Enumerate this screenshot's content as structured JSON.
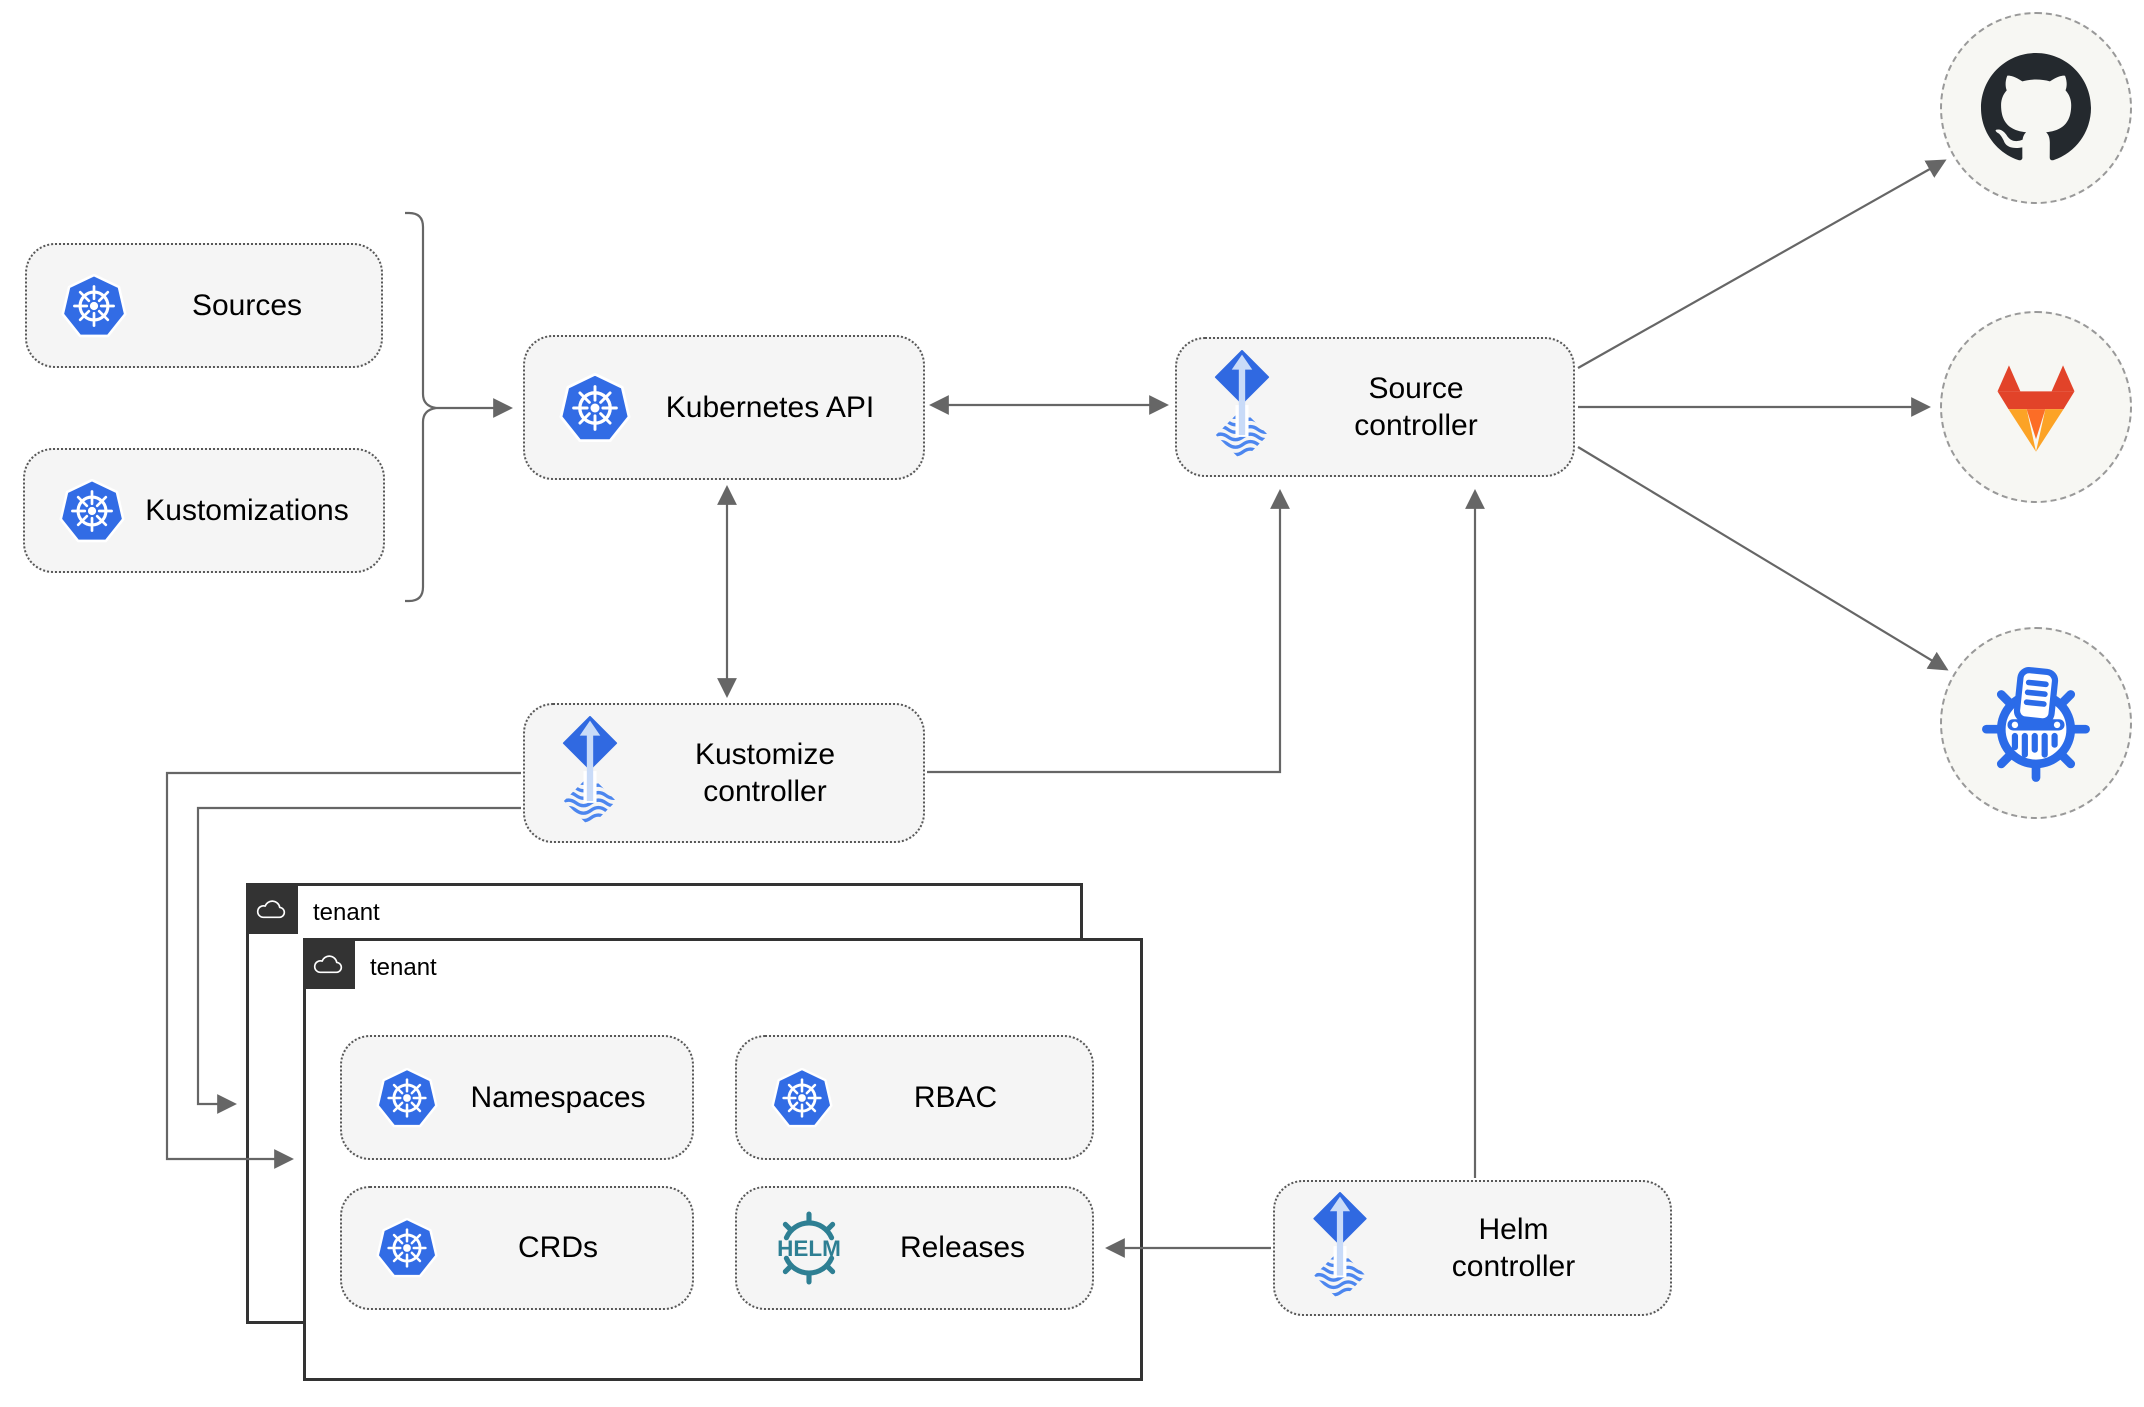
{
  "nodes": {
    "sources": {
      "label": "Sources"
    },
    "kustomizations": {
      "label": "Kustomizations"
    },
    "kubernetes_api": {
      "label": "Kubernetes API"
    },
    "source_controller": {
      "label": "Source controller"
    },
    "kustomize_controller": {
      "label": "Kustomize controller"
    },
    "helm_controller": {
      "label": "Helm controller"
    },
    "namespaces": {
      "label": "Namespaces"
    },
    "rbac": {
      "label": "RBAC"
    },
    "crds": {
      "label": "CRDs"
    },
    "releases": {
      "label": "Releases"
    }
  },
  "tenants": {
    "outer": {
      "label": "tenant"
    },
    "inner": {
      "label": "tenant"
    }
  },
  "logos": {
    "helm_text": "HELM"
  },
  "external_targets": [
    "github",
    "gitlab",
    "manifest-storage"
  ],
  "edges": [
    {
      "from": "sources+kustomizations",
      "to": "kubernetes-api",
      "style": "arrow"
    },
    {
      "from": "kubernetes-api",
      "to": "source-controller",
      "style": "double-arrow"
    },
    {
      "from": "kubernetes-api",
      "to": "kustomize-controller",
      "style": "double-arrow"
    },
    {
      "from": "kustomize-controller",
      "to": "source-controller",
      "style": "arrow"
    },
    {
      "from": "helm-controller",
      "to": "source-controller",
      "style": "arrow"
    },
    {
      "from": "helm-controller",
      "to": "releases",
      "style": "arrow"
    },
    {
      "from": "kustomize-controller",
      "to": "tenant-inner",
      "style": "arrow"
    },
    {
      "from": "kustomize-controller",
      "to": "tenant-outer",
      "style": "arrow"
    },
    {
      "from": "source-controller",
      "to": "github",
      "style": "arrow"
    },
    {
      "from": "source-controller",
      "to": "gitlab",
      "style": "arrow"
    },
    {
      "from": "source-controller",
      "to": "manifest-storage",
      "style": "arrow"
    }
  ],
  "colors": {
    "kubernetes_blue": "#326ce5",
    "flux_blue": "#3069e1",
    "flux_wave_blue": "#4c86ef",
    "flux_arrow_light": "#c9dbf8",
    "helm_teal": "#2e7f93",
    "github_dark": "#24292e",
    "gitlab_red": "#e24329",
    "gitlab_orange": "#fca326",
    "storage_blue": "#2b6be8",
    "node_fill": "#f5f5f5",
    "arrow_gray": "#666666",
    "tenant_dark": "#333333"
  }
}
